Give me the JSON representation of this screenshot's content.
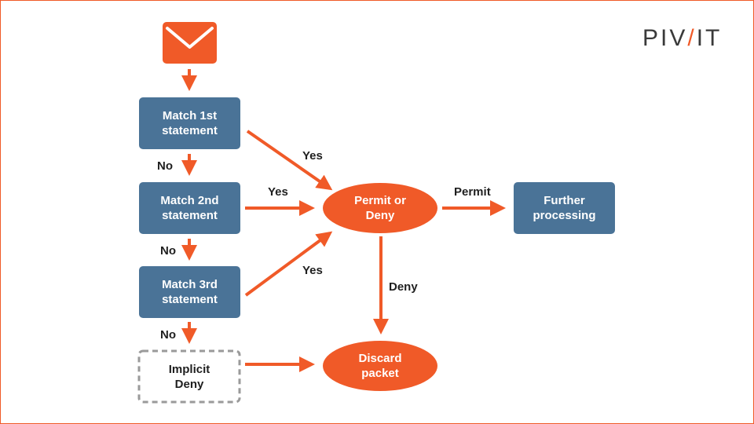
{
  "logo": {
    "text_before": "PIV",
    "text_accent": "/",
    "text_after": "IT"
  },
  "nodes": {
    "match1": {
      "line1": "Match 1st",
      "line2": "statement"
    },
    "match2": {
      "line1": "Match 2nd",
      "line2": "statement"
    },
    "match3": {
      "line1": "Match 3rd",
      "line2": "statement"
    },
    "implicit": {
      "line1": "Implicit",
      "line2": "Deny"
    },
    "permit_deny": {
      "line1": "Permit or",
      "line2": "Deny"
    },
    "discard": {
      "line1": "Discard",
      "line2": "packet"
    },
    "further": {
      "line1": "Further",
      "line2": "processing"
    }
  },
  "edges": {
    "no1": "No",
    "no2": "No",
    "no3": "No",
    "yes1": "Yes",
    "yes2": "Yes",
    "yes3": "Yes",
    "permit": "Permit",
    "deny": "Deny"
  },
  "icons": {
    "start": "envelope-icon"
  },
  "colors": {
    "accent": "#f05a28",
    "box": "#4a7397",
    "dashed": "#9a9a9a"
  }
}
